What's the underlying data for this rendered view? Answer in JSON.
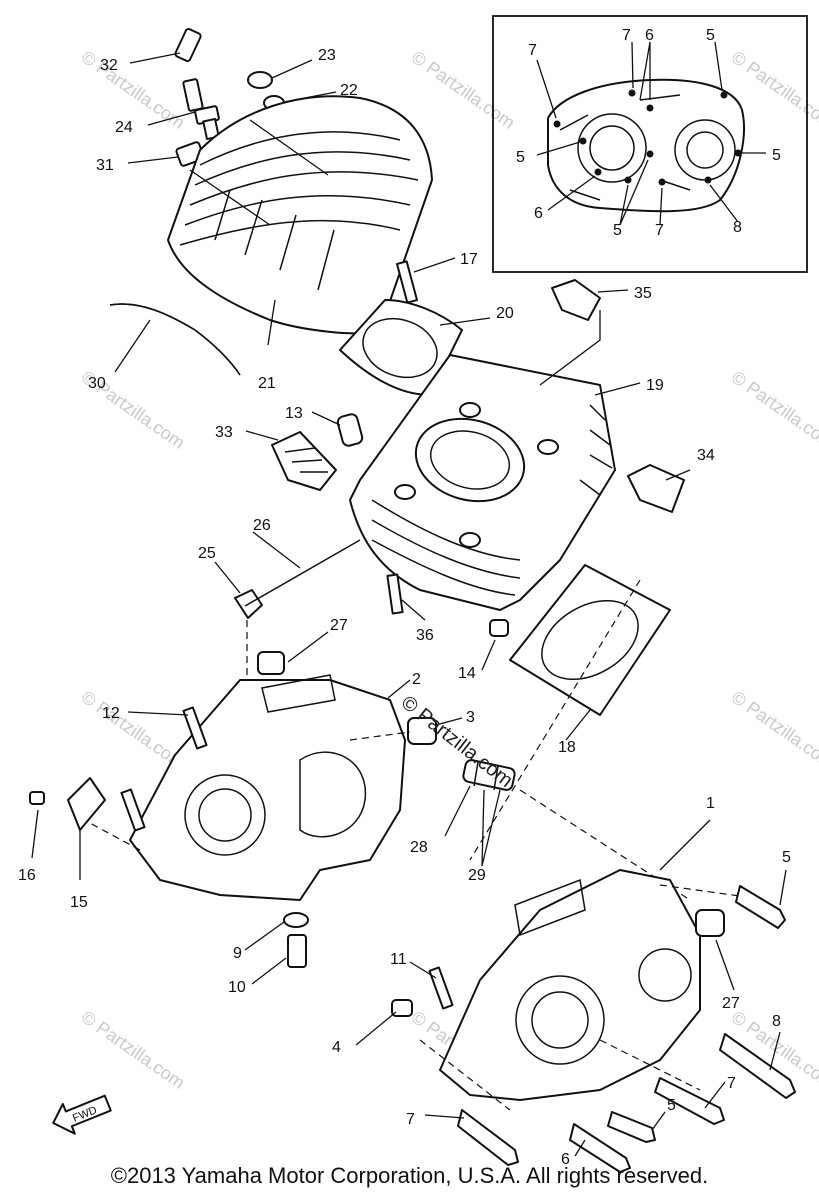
{
  "callouts": {
    "n1": "1",
    "n2": "2",
    "n3": "3",
    "n4": "4",
    "n5": "5",
    "n6": "6",
    "n7": "7",
    "n8": "8",
    "n9": "9",
    "n10": "10",
    "n11": "11",
    "n12": "12",
    "n13": "13",
    "n14": "14",
    "n15": "15",
    "n16": "16",
    "n17": "17",
    "n18": "18",
    "n19": "19",
    "n20": "20",
    "n21": "21",
    "n22": "22",
    "n23": "23",
    "n24": "24",
    "n25": "25",
    "n26": "26",
    "n27": "27",
    "n28": "28",
    "n29": "29",
    "n30": "30",
    "n31": "31",
    "n32": "32",
    "n33": "33",
    "n34": "34",
    "n35": "35",
    "n36": "36"
  },
  "watermark": "© Partzilla.com",
  "fwd_label": "FWD",
  "copyright": "©2013 Yamaha Motor Corporation, U.S.A. All rights reserved."
}
